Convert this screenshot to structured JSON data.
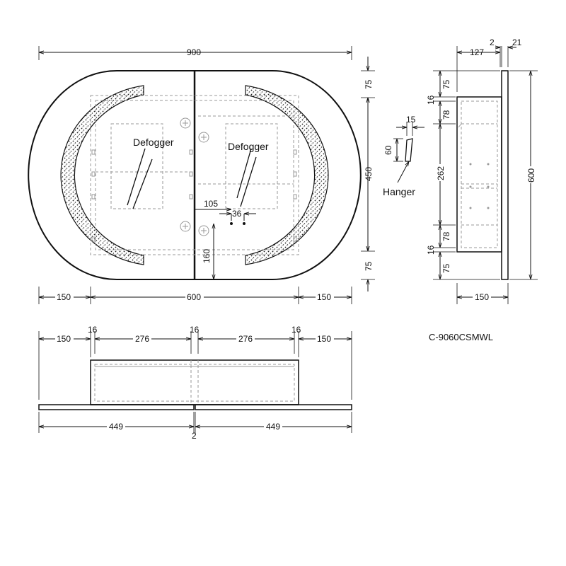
{
  "model": "C-9060CSMWL",
  "front_view": {
    "overall_width": "900",
    "top_margin": "75",
    "center_height": "450",
    "bottom_margin": "75",
    "left_round": "150",
    "center_width": "600",
    "right_round": "150",
    "label_defogger_left": "Defogger",
    "label_defogger_right": "Defogger",
    "outlet_offset": "105",
    "outlet_spacing": "36",
    "outlet_height": "160"
  },
  "hanger_detail": {
    "width": "15",
    "height": "60",
    "label": "Hanger"
  },
  "side_view": {
    "depth_127": "127",
    "gap_2": "2",
    "glass_21": "21",
    "top_75": "75",
    "top_16": "16",
    "top_78": "78",
    "middle_262": "262",
    "bottom_78": "78",
    "bottom_16": "16",
    "bottom_75": "75",
    "total_600": "600",
    "cabinet_depth": "150"
  },
  "bottom_view": {
    "left_150": "150",
    "t1_16": "16",
    "shelf_left": "276",
    "t2_16": "16",
    "shelf_right": "276",
    "t3_16": "16",
    "right_150": "150",
    "door_left": "449",
    "door_gap": "2",
    "door_right": "449"
  },
  "colors": {
    "line": "#111111",
    "hidden": "#999999"
  }
}
